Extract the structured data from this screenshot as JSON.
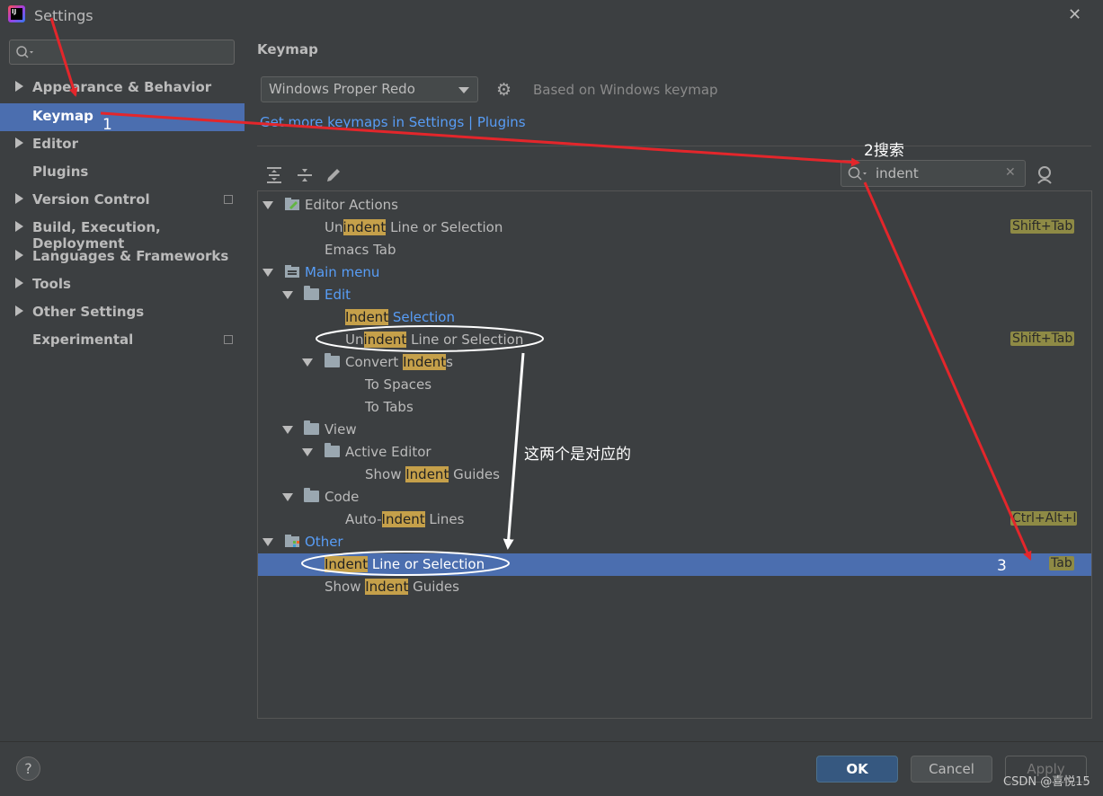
{
  "window": {
    "title": "Settings",
    "close_icon": "close-icon"
  },
  "sidebar": {
    "search": {
      "value": "",
      "placeholder": ""
    },
    "items": [
      {
        "label": "Appearance & Behavior",
        "expandable": true
      },
      {
        "label": "Keymap",
        "expandable": false,
        "selected": true
      },
      {
        "label": "Editor",
        "expandable": true
      },
      {
        "label": "Plugins",
        "expandable": false
      },
      {
        "label": "Version Control",
        "expandable": true,
        "project_icon": true
      },
      {
        "label": "Build, Execution, Deployment",
        "expandable": true
      },
      {
        "label": "Languages & Frameworks",
        "expandable": true
      },
      {
        "label": "Tools",
        "expandable": true
      },
      {
        "label": "Other Settings",
        "expandable": true
      },
      {
        "label": "Experimental",
        "expandable": false,
        "project_icon": true
      }
    ]
  },
  "keymap": {
    "title": "Keymap",
    "selected_keymap": "Windows Proper Redo",
    "based_on": "Based on Windows keymap",
    "get_more_link": "Get more keymaps in Settings | Plugins",
    "search": {
      "value": "indent"
    }
  },
  "tree": {
    "editor_actions": "Editor Actions",
    "unindent_a": {
      "pre": "Un",
      "hl": "indent",
      "post": " Line or Selection",
      "shortcut": "Shift+Tab"
    },
    "emacs_tab": "Emacs Tab",
    "main_menu": "Main menu",
    "edit": "Edit",
    "indent_selection": {
      "hl": "Indent",
      "post": " Selection"
    },
    "unindent_b": {
      "pre": "Un",
      "hl": "indent",
      "post": " Line or Selection",
      "shortcut": "Shift+Tab"
    },
    "convert_indents": {
      "pre": "Convert ",
      "hl": "Indent",
      "post": "s"
    },
    "to_spaces": "To Spaces",
    "to_tabs": "To Tabs",
    "view": "View",
    "active_editor": "Active Editor",
    "show_indent_guides_a": {
      "pre": "Show ",
      "hl": "Indent",
      "post": " Guides"
    },
    "code": "Code",
    "auto_indent": {
      "pre": "Auto-",
      "hl": "Indent",
      "post": " Lines",
      "shortcut": "Ctrl+Alt+I"
    },
    "other": "Other",
    "indent_line": {
      "hl": "Indent",
      "post": " Line or Selection",
      "shortcut": "Tab"
    },
    "show_indent_guides_b": {
      "pre": "Show ",
      "hl": "Indent",
      "post": " Guides"
    }
  },
  "buttons": {
    "help": "?",
    "ok": "OK",
    "cancel": "Cancel",
    "apply": "Apply"
  },
  "annotations": {
    "step1": "1",
    "step2": "2搜索",
    "step3": "3",
    "note": "这两个是对应的"
  },
  "watermark": "CSDN @喜悦15",
  "colors": {
    "selection": "#4b6eaf",
    "highlight": "#c5a04a",
    "link": "#589df6",
    "annotation_arrow": "#e3262b"
  }
}
